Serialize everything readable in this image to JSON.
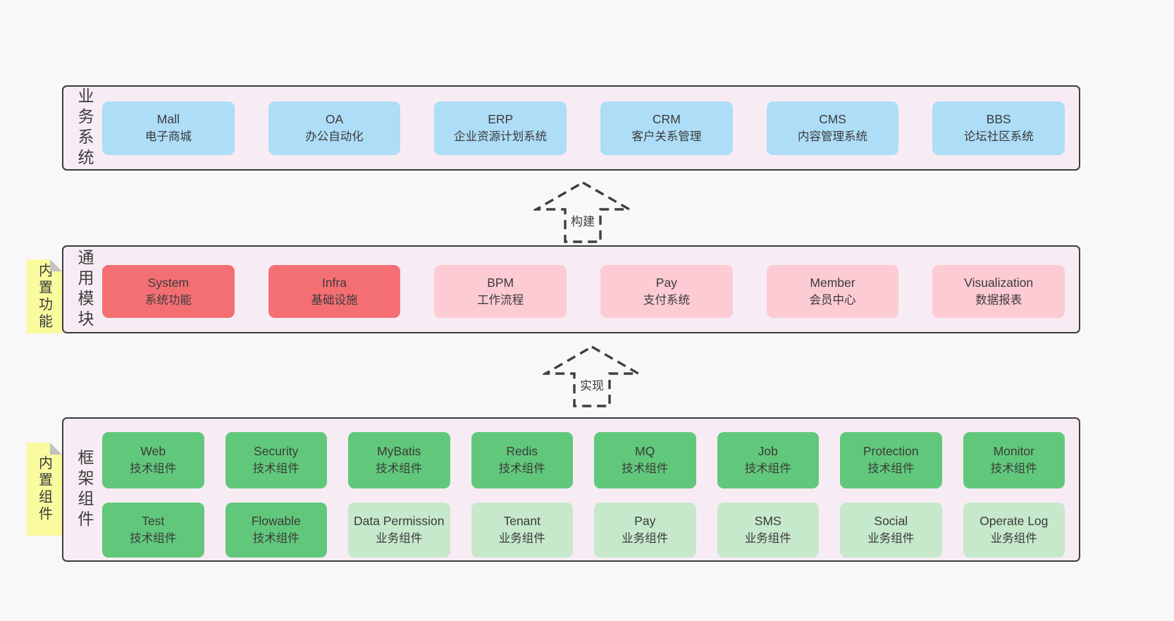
{
  "colors": {
    "page_bg": "#f8f8f8",
    "panel_bg": "#f7ecf4",
    "panel_border": "#3c3c3c",
    "blue": "#aeddf7",
    "red": "#f46f73",
    "pink": "#fccbd3",
    "green_dark": "#61c87b",
    "green_light": "#c6e8cb",
    "sticky_yellow": "#fafa9e",
    "text": "#3b3b3b"
  },
  "arrows": {
    "build": "构建",
    "implement": "实现"
  },
  "sections": {
    "business": {
      "label": "业务系统",
      "boxes": [
        {
          "title": "Mall",
          "subtitle": "电子商城"
        },
        {
          "title": "OA",
          "subtitle": "办公自动化"
        },
        {
          "title": "ERP",
          "subtitle": "企业资源计划系统"
        },
        {
          "title": "CRM",
          "subtitle": "客户关系管理"
        },
        {
          "title": "CMS",
          "subtitle": "内容管理系统"
        },
        {
          "title": "BBS",
          "subtitle": "论坛社区系统"
        }
      ]
    },
    "modules": {
      "label": "通用模块",
      "sticky": "内置功能",
      "boxes": [
        {
          "title": "System",
          "subtitle": "系统功能",
          "variant": "red"
        },
        {
          "title": "Infra",
          "subtitle": "基础设施",
          "variant": "red"
        },
        {
          "title": "BPM",
          "subtitle": "工作流程",
          "variant": "pink"
        },
        {
          "title": "Pay",
          "subtitle": "支付系统",
          "variant": "pink"
        },
        {
          "title": "Member",
          "subtitle": "会员中心",
          "variant": "pink"
        },
        {
          "title": "Visualization",
          "subtitle": "数据报表",
          "variant": "pink"
        }
      ]
    },
    "components": {
      "label": "框架组件",
      "sticky": "内置组件",
      "row1": [
        {
          "title": "Web",
          "subtitle": "技术组件"
        },
        {
          "title": "Security",
          "subtitle": "技术组件"
        },
        {
          "title": "MyBatis",
          "subtitle": "技术组件"
        },
        {
          "title": "Redis",
          "subtitle": "技术组件"
        },
        {
          "title": "MQ",
          "subtitle": "技术组件"
        },
        {
          "title": "Job",
          "subtitle": "技术组件"
        },
        {
          "title": "Protection",
          "subtitle": "技术组件"
        },
        {
          "title": "Monitor",
          "subtitle": "技术组件"
        }
      ],
      "row2": [
        {
          "title": "Test",
          "subtitle": "技术组件",
          "variant": "green-dark"
        },
        {
          "title": "Flowable",
          "subtitle": "技术组件",
          "variant": "green-dark"
        },
        {
          "title": "Data Permission",
          "subtitle": "业务组件",
          "variant": "green-light"
        },
        {
          "title": "Tenant",
          "subtitle": "业务组件",
          "variant": "green-light"
        },
        {
          "title": "Pay",
          "subtitle": "业务组件",
          "variant": "green-light"
        },
        {
          "title": "SMS",
          "subtitle": "业务组件",
          "variant": "green-light"
        },
        {
          "title": "Social",
          "subtitle": "业务组件",
          "variant": "green-light"
        },
        {
          "title": "Operate Log",
          "subtitle": "业务组件",
          "variant": "green-light"
        }
      ]
    }
  }
}
